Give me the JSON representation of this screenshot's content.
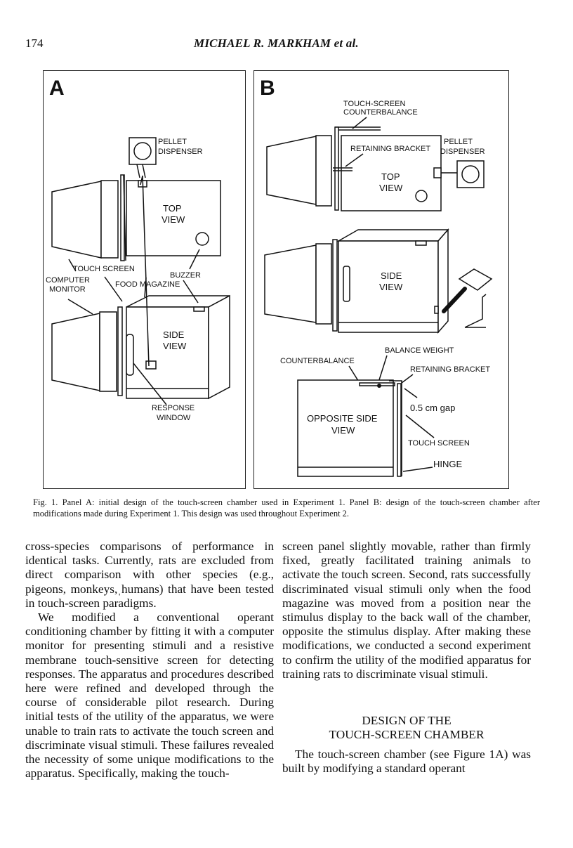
{
  "header": {
    "page_number": "174",
    "running_head": "MICHAEL R. MARKHAM et al."
  },
  "figure": {
    "panel_a": {
      "letter": "A",
      "labels": {
        "pellet_dispenser_1": "PELLET",
        "pellet_dispenser_2": "DISPENSER",
        "top_view_1": "TOP",
        "top_view_2": "VIEW",
        "touch_screen": "TOUCH SCREEN",
        "computer_monitor_1": "COMPUTER",
        "computer_monitor_2": "MONITOR",
        "food_magazine": "FOOD MAGAZINE",
        "buzzer": "BUZZER",
        "side_view_1": "SIDE",
        "side_view_2": "VIEW",
        "response_window_1": "RESPONSE",
        "response_window_2": "WINDOW"
      }
    },
    "panel_b": {
      "letter": "B",
      "labels": {
        "ts_counterbalance_1": "TOUCH-SCREEN",
        "ts_counterbalance_2": "COUNTERBALANCE",
        "pellet_dispenser_1": "PELLET",
        "pellet_dispenser_2": "DISPENSER",
        "retaining_bracket_top": "RETAINING BRACKET",
        "top_view_1": "TOP",
        "top_view_2": "VIEW",
        "side_view_1": "SIDE",
        "side_view_2": "VIEW",
        "balance_weight": "BALANCE WEIGHT",
        "counterbalance": "COUNTERBALANCE",
        "retaining_bracket": "RETAINING BRACKET",
        "gap": "0.5 cm gap",
        "opposite_side_view_1": "OPPOSITE SIDE",
        "opposite_side_view_2": "VIEW",
        "touch_screen": "TOUCH SCREEN",
        "hinge": "HINGE"
      }
    },
    "caption": "Fig. 1.   Panel A: initial design of the touch-screen chamber used in Experiment 1. Panel B: design of the touch-screen chamber after modifications made during Experiment 1. This design was used throughout Experiment 2."
  },
  "body": {
    "left_p1": "cross-species comparisons of performance in identical tasks. Currently, rats are excluded from direct comparison with other species (e.g., pigeons, monkeys,ˌhumans) that have been tested in touch-screen paradigms.",
    "left_p2": "We modified a conventional operant conditioning chamber by fitting it with a computer monitor for presenting stimuli and a resistive membrane touch-sensitive screen for detecting responses. The apparatus and procedures described here were refined and developed through the course of considerable pilot research. During initial tests of the utility of the apparatus, we were unable to train rats to activate the touch screen and discriminate visual stimuli. These failures revealed the necessity of some unique modifications to the apparatus. Specifically, making the touch-",
    "right_p1": "screen panel slightly movable, rather than firmly fixed, greatly facilitated training animals to activate the touch screen. Second, rats successfully discriminated visual stimuli only when the food magazine was moved from a position near the stimulus display to the back wall of the chamber, opposite the stimulus display. After making these modifications, we conducted a second experiment to confirm the utility of the modified apparatus for training rats to discriminate visual stimuli.",
    "section_heading_1": "DESIGN OF THE",
    "section_heading_2": "TOUCH-SCREEN CHAMBER",
    "right_p2": "The touch-screen chamber (see Figure 1A) was built by modifying a standard operant"
  }
}
